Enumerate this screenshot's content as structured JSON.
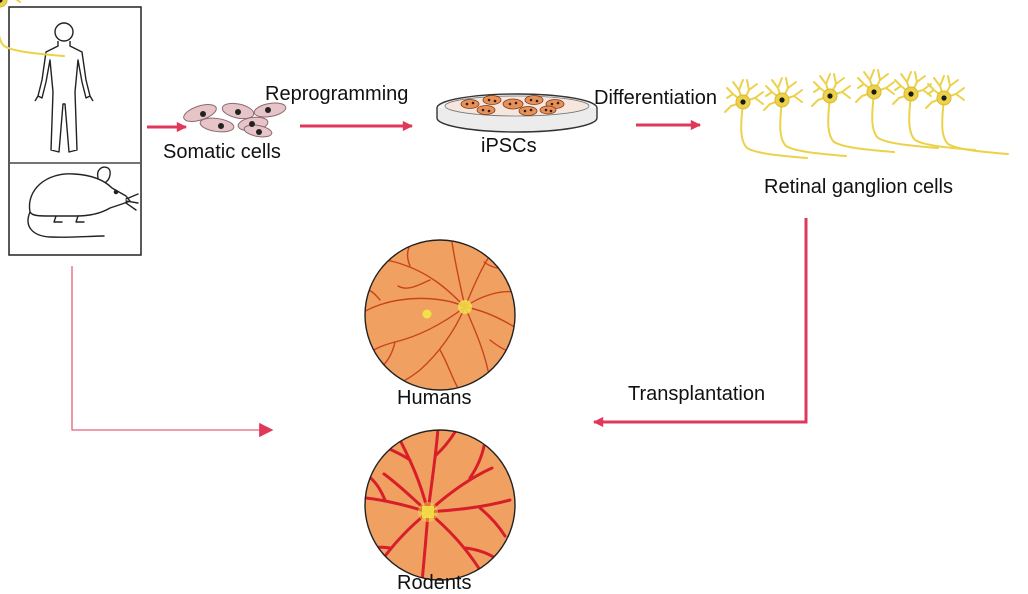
{
  "labels": {
    "somatic_cells": "Somatic cells",
    "reprogramming": "Reprogramming",
    "ipscs": "iPSCs",
    "differentiation": "Differentiation",
    "retinal_ganglion_cells": "Retinal ganglion cells",
    "transplantation": "Transplantation",
    "humans": "Humans",
    "rodents": "Rodents"
  },
  "colors": {
    "arrow": "#e0385a",
    "arrow_thin": "#e8607a",
    "fundus_fill": "#f0a060",
    "fundus_stroke": "#222222",
    "vessel_human": "#c8431e",
    "vessel_rodent": "#d81e2a",
    "optic_disc": "#f2e24a",
    "neuron": "#ecd24a",
    "nucleus": "#3a1a0a",
    "dish_cell": "#e6915a",
    "somatic_cell": "#e6c4c8"
  },
  "icons": {
    "human": "human-silhouette-icon",
    "rodent": "rat-outline-icon"
  }
}
